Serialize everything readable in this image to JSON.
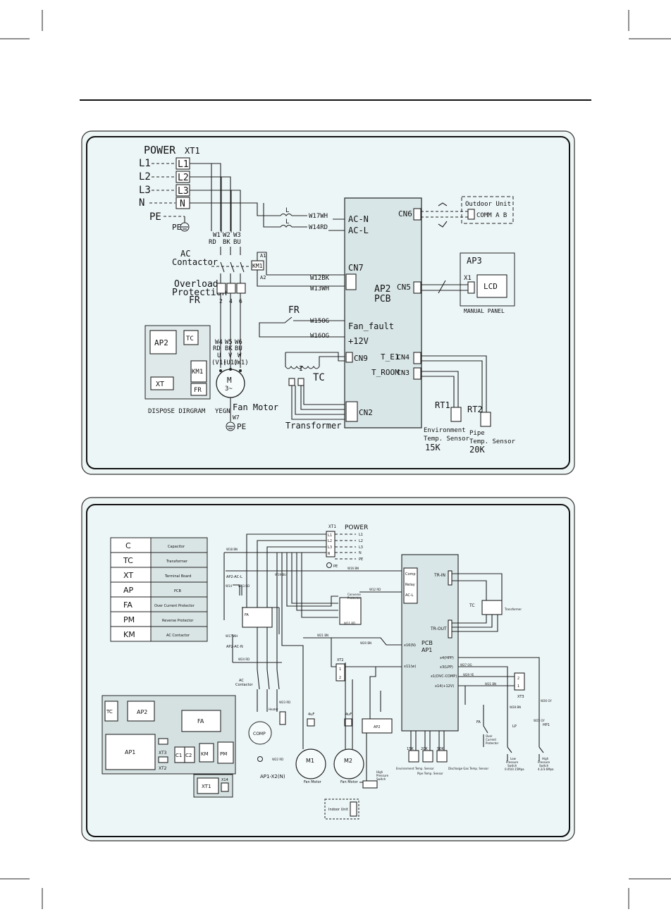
{
  "diagram1": {
    "power": "POWER",
    "xt1": "XT1",
    "terminals": [
      {
        "line": "L1",
        "box": "L1"
      },
      {
        "line": "L2",
        "box": "L2"
      },
      {
        "line": "L3",
        "box": "L3"
      },
      {
        "line": "N",
        "box": "N"
      }
    ],
    "pe_top": "PE",
    "pe_ground": "PE",
    "wire_labels": [
      "W1",
      "RD",
      "W2",
      "BK",
      "W3",
      "BU"
    ],
    "ac_contactor": [
      "AC",
      "Contactor"
    ],
    "km1": "KM1",
    "a1": "A1",
    "a2": "A2",
    "overload": [
      "Overload",
      "Protection",
      "FR"
    ],
    "fr_numbers": [
      "2",
      "4",
      "6"
    ],
    "motor_wires": [
      "W4",
      "RD",
      "U",
      "(V1)",
      "W5",
      "BK",
      "V",
      "(U1)",
      "W6",
      "BU",
      "W",
      "(W1)"
    ],
    "motor": {
      "m": "M",
      "phase": "3~",
      "label": "Fan Motor",
      "yegn": "YEGN",
      "w7": "W7",
      "pe": "PE"
    },
    "dispose": {
      "ap2": "AP2",
      "tc": "TC",
      "km1": "KM1",
      "xt": "XT",
      "fr": "FR",
      "caption": "DISPOSE DIRGRAM"
    },
    "wires_mid": {
      "w17": "W17WH",
      "w14": "W14RD",
      "w12": "W12BK",
      "w13": "W13WH",
      "w15": "W15OG",
      "w16": "W16OG"
    },
    "l_mark": "L",
    "pcb": {
      "acn": "AC-N",
      "acl": "AC-L",
      "cn7": "CN7",
      "ap2": "AP2",
      "pcb": "PCB",
      "fan_fault": "Fan_fault",
      "v12": "+12V",
      "cn9": "CN9",
      "cn2": "CN2",
      "cn6": "CN6",
      "cn5": "CN5",
      "te1": "T_E1",
      "cn4": "CN4",
      "troom": "T_ROOM",
      "cn3": "CN3"
    },
    "fr2": "FR",
    "tc": "TC",
    "transformer": "Transformer",
    "outdoor": {
      "title": "Outdoor Unit",
      "comm": "COMM A B"
    },
    "ap3": {
      "title": "AP3",
      "x1": "X1",
      "lcd": "LCD",
      "caption": "MANUAL PANEL"
    },
    "rt1": {
      "name": "RT1",
      "l1": "Environment",
      "l2": "Temp. Sensor",
      "val": "15K"
    },
    "rt2": {
      "name": "RT2",
      "l1": "Pipe",
      "l2": "Temp. Sensor",
      "val": "20K"
    }
  },
  "diagram2": {
    "legend": [
      {
        "code": "C",
        "desc": "Capacitor"
      },
      {
        "code": "TC",
        "desc": "Transformer"
      },
      {
        "code": "XT",
        "desc": "Terminal Board"
      },
      {
        "code": "AP",
        "desc": "PCB"
      },
      {
        "code": "FA",
        "desc": "Over Current Protector"
      },
      {
        "code": "PM",
        "desc": "Reverse Protector"
      },
      {
        "code": "KM",
        "desc": "AC Contactor"
      }
    ],
    "xt1": "XT1",
    "power": "POWER",
    "xt1_terms": [
      "L1",
      "L2",
      "L3",
      "N"
    ],
    "power_lines": [
      "L1",
      "L2",
      "L3",
      "N",
      "PE"
    ],
    "pe": "PE",
    "comp_relay": [
      "Comp",
      "Relay",
      "AC-L"
    ],
    "pcb": {
      "name": "PCB",
      "ap1": "AP1"
    },
    "tr_in": "TR-IN",
    "tr_out": "TR-OUT",
    "tc": "TC",
    "transformer": "Transformer",
    "ap2_acl": "AP2-AC-L",
    "ap2_acn": "AP2-AC-N",
    "converse": [
      "Converse",
      "Protector"
    ],
    "fa": "FA",
    "ac_contactor": [
      "AC",
      "Contactor"
    ],
    "x_labels": [
      "x16(N)",
      "x11(w)",
      "x4(HPP)",
      "x3(LPP)",
      "x1(DVC-COMP)",
      "x14(+12V)"
    ],
    "wire_tags": [
      "W18 BN",
      "W16 BN",
      "W12 RD",
      "W11 RD",
      "W21 BN",
      "W20 BN",
      "W27 OG",
      "W29 YE",
      "W31 BN",
      "W28 BN",
      "W26 GY",
      "W25 GY",
      "W14",
      "W13 RD",
      "W17 WH",
      "W24 RD",
      "W23 RD",
      "W22 RD",
      "W19 BU"
    ],
    "xt2": "XT2",
    "xt2_terms": [
      "1",
      "2"
    ],
    "comp": "COMP",
    "heater": "Heater",
    "cap_a": "4uF",
    "cap_b": "4uF",
    "fan1": {
      "m": "M1",
      "label": "Fan Motor"
    },
    "fan2": {
      "m": "M2",
      "label": "Fan Motor"
    },
    "ap2_small": "AP2",
    "sensors": [
      {
        "val": "15K",
        "label": "Environment Temp. Sensor"
      },
      {
        "val": "20K",
        "label": "Pipe Temp. Sensor"
      },
      {
        "val": "50K",
        "label": "Discharge Gas Temp. Sensor"
      }
    ],
    "fa_protector": [
      "Over",
      "Current",
      "Protector"
    ],
    "lp": {
      "name": "LP",
      "l1": "Low",
      "l2": "Pressure",
      "l3": "Switch",
      "val": "0.05/0.15Mpa"
    },
    "hp1": {
      "name": "HP1",
      "l1": "High",
      "l2": "Pressure",
      "l3": "Switch",
      "val": "4.2/3.6Mpa"
    },
    "xt3": "XT3",
    "xt3_terms": [
      "2",
      "1"
    ],
    "high_ps": [
      "High",
      "Pressure",
      "Switch"
    ],
    "indoor": "Indoor Unit",
    "ap1_x2": "AP1-X2(N)",
    "dispose": {
      "tc": "TC",
      "ap2": "AP2",
      "fa": "FA",
      "ap1": "AP1",
      "xt3": "XT3",
      "xt2": "XT2",
      "c1": "C1",
      "c2": "C2",
      "km": "KM",
      "pm": "PM",
      "xt1": "XT1",
      "x14": "X14"
    }
  }
}
